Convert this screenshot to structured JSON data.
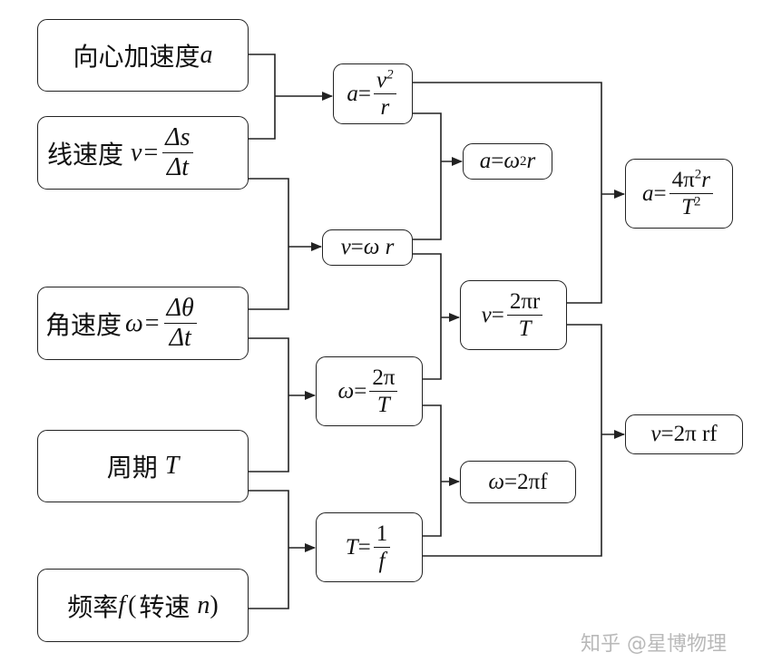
{
  "left_column": {
    "centripetal": {
      "label": "向心加速度",
      "symbol": "a"
    },
    "linear_speed": {
      "label": "线速度",
      "lhs": "v",
      "eq": "=",
      "num": "Δs",
      "den": "Δt"
    },
    "angular_speed": {
      "label": "角速度",
      "lhs": "ω",
      "eq": "=",
      "num": "Δθ",
      "den": "Δt"
    },
    "period": {
      "label": "周期",
      "symbol": "T"
    },
    "frequency": {
      "label_a": "频率",
      "symbol_f": "f",
      "paren_open": "(",
      "label_b": "转速",
      "symbol_n": "n",
      "paren_close": ")"
    }
  },
  "formulas": {
    "a_v2_r": {
      "lhs": "a",
      "eq": "=",
      "num": "v",
      "num_sup": "2",
      "den": "r"
    },
    "a_w2r": {
      "lhs": "a",
      "eq": "=",
      "rhs": "ω",
      "sup": "2",
      "rhs_tail": "r"
    },
    "v_wr": {
      "lhs": "v",
      "eq": "=",
      "rhs": "ω r"
    },
    "v_2pir_T": {
      "lhs": "v",
      "eq": "=",
      "num": "2πr",
      "den": "T"
    },
    "w_2pi_T": {
      "lhs": "ω",
      "eq": "=",
      "num": "2π",
      "den": "T"
    },
    "w_2pif": {
      "lhs": "ω",
      "eq": "=",
      "rhs": "2πf"
    },
    "T_1_f": {
      "lhs": "T",
      "eq": "=",
      "num": "1",
      "den": "f"
    },
    "a_4pi2r_T2": {
      "lhs": "a",
      "eq": "=",
      "num_a": "4π",
      "num_sup": "2",
      "num_b": "r",
      "den": "T",
      "den_sup": "2"
    },
    "v_2pirf": {
      "lhs": "v",
      "eq": "=",
      "rhs": "2π rf"
    }
  },
  "watermark": "知乎 @星博物理",
  "colors": {
    "line": "#222222",
    "text": "#111111",
    "watermark": "#b9b9b9"
  }
}
